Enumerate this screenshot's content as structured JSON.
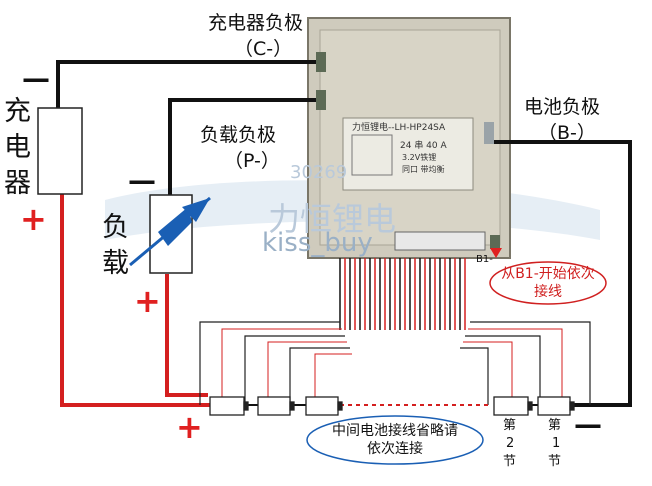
{
  "labels": {
    "charger_neg": "充电器负极",
    "charger_neg_code": "（C-）",
    "load_neg": "负载负极",
    "load_neg_code": "（P-）",
    "battery_neg": "电池负极",
    "battery_neg_code": "（B-）",
    "charger": [
      "充",
      "电",
      "器"
    ],
    "load": [
      "负",
      "载"
    ],
    "start_note": "从B1-开始依次接线",
    "middle_note": "中间电池接线省略请依次连接",
    "cell_2": [
      "第",
      "2",
      "节"
    ],
    "cell_1": [
      "第",
      "1",
      "节"
    ],
    "b1_tag": "B1-"
  },
  "board_text": {
    "line1": "力恒锂电--LH-HP24SA",
    "line2": "24 串 40 A",
    "line3": "3.2V铁锂",
    "line4": "同口 带均衡"
  },
  "watermark": {
    "brand": "力恒锂电",
    "numbers": "30269",
    "site": "kiss_buy"
  },
  "signs": {
    "minus": "—",
    "plus": "+"
  },
  "colors": {
    "positive_wire": "#d41f1f",
    "negative_wire": "#111111",
    "board": "#c9c6b9",
    "note_border": "#d02020",
    "middle_note_border": "#1a5fb4"
  }
}
